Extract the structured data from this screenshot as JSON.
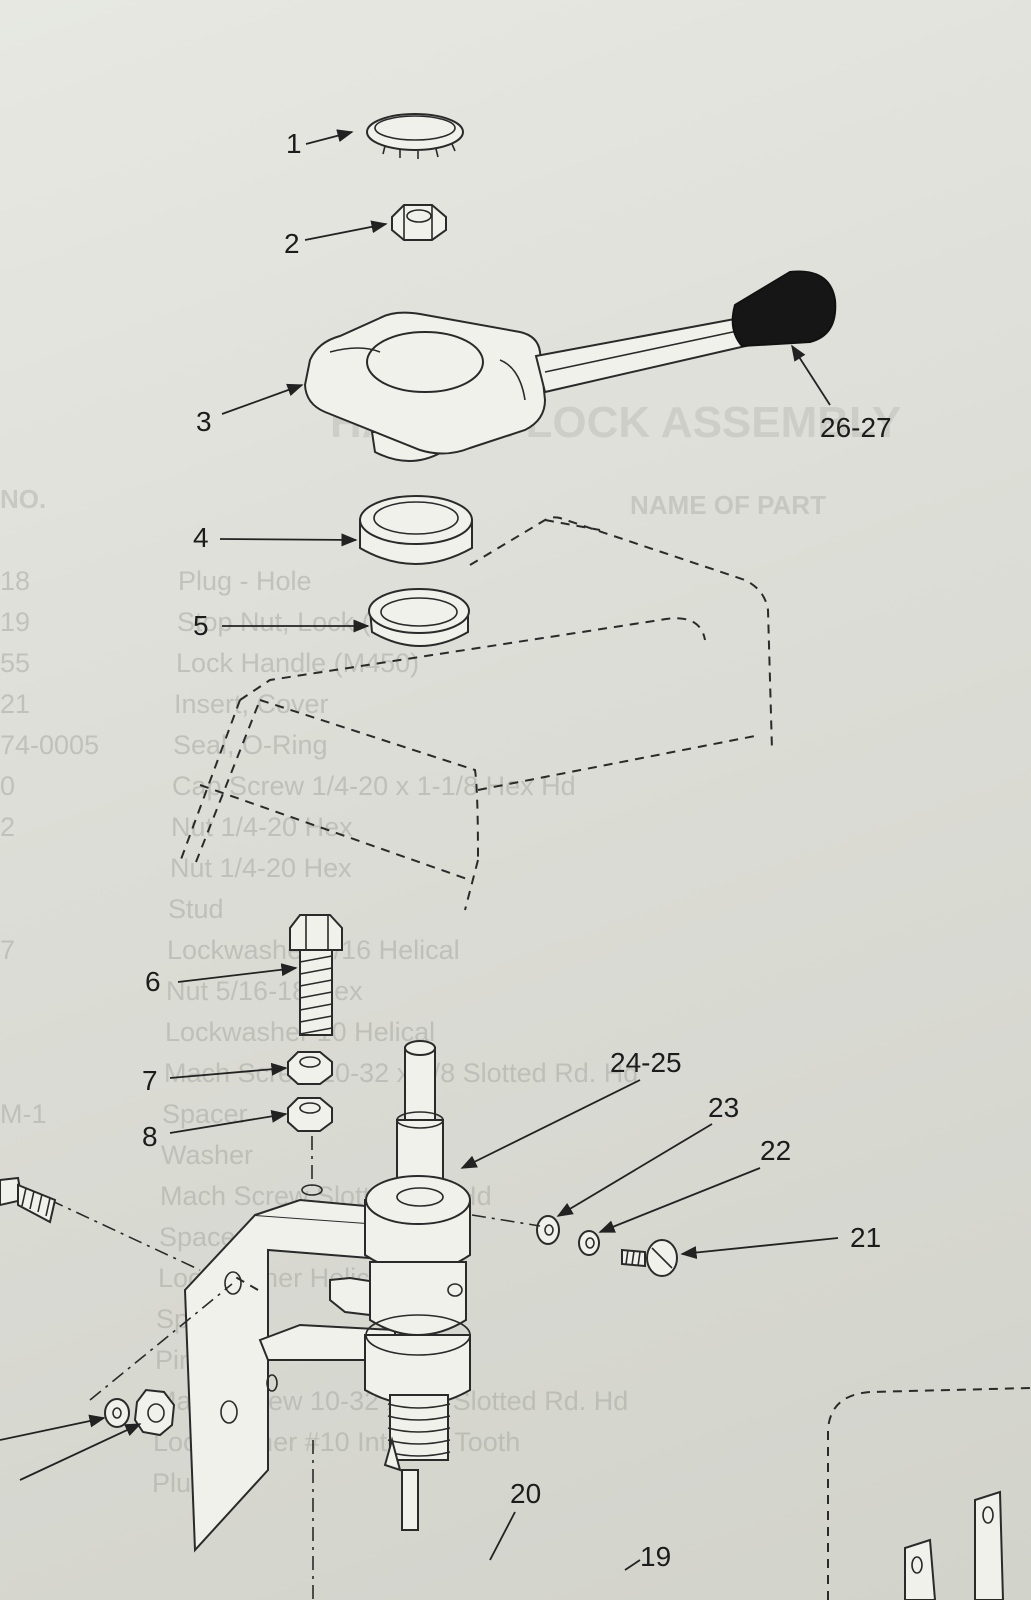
{
  "ghost_text": {
    "title": "HANDLE LOCK ASSEMBLY",
    "col_no": "NO.",
    "col_name": "NAME OF PART",
    "rows": [
      {
        "no": "18",
        "name": "Plug - Hole"
      },
      {
        "no": "19",
        "name": "Stop Nut, Lock (SST)"
      },
      {
        "no": "55",
        "name": "Lock Handle (M450)"
      },
      {
        "no": "21",
        "name": "Insert, Cover"
      },
      {
        "no": "74-0005",
        "name": "Seal, O-Ring"
      },
      {
        "no": "0",
        "name": "Cap Screw 1/4-20 x 1-1/8 Hex Hd"
      },
      {
        "no": "2",
        "name": "Nut 1/4-20 Hex"
      },
      {
        "no": "",
        "name": "Nut 1/4-20 Hex"
      },
      {
        "no": "",
        "name": "Stud"
      },
      {
        "no": "7",
        "name": "Lockwasher 5/16 Helical"
      },
      {
        "no": "",
        "name": "Nut 5/16-18 Hex"
      },
      {
        "no": "",
        "name": "Lockwasher 10 Helical"
      },
      {
        "no": "",
        "name": "Mach Screw 10-32 x 3/8 Slotted Rd. Hd"
      },
      {
        "no": "M-1",
        "name": "Spacer"
      },
      {
        "no": "",
        "name": "Washer"
      },
      {
        "no": "",
        "name": "Mach Screw Slotted Rd. Hd"
      },
      {
        "no": "",
        "name": "Spacer"
      },
      {
        "no": "",
        "name": "Lockwasher Helical"
      },
      {
        "no": "",
        "name": "Spring"
      },
      {
        "no": "",
        "name": "Pin"
      },
      {
        "no": "",
        "name": "Mach Screw 10-32 x 3/8 Slotted Rd. Hd"
      },
      {
        "no": "",
        "name": "Lockwasher #10 Internal Tooth"
      },
      {
        "no": "",
        "name": "Plunger"
      }
    ]
  },
  "callouts": {
    "c1": "1",
    "c2": "2",
    "c3": "3",
    "c2627": "26-27",
    "c4": "4",
    "c5": "5",
    "c6": "6",
    "c7": "7",
    "c8": "8",
    "c2425": "24-25",
    "c23": "23",
    "c22": "22",
    "c21": "21",
    "c20": "20",
    "c19": "19"
  },
  "colors": {
    "paper": "#dfe0da",
    "ink": "#1c1c1c",
    "ghost_ink": "#a9aaa3",
    "knob": "#161616"
  }
}
